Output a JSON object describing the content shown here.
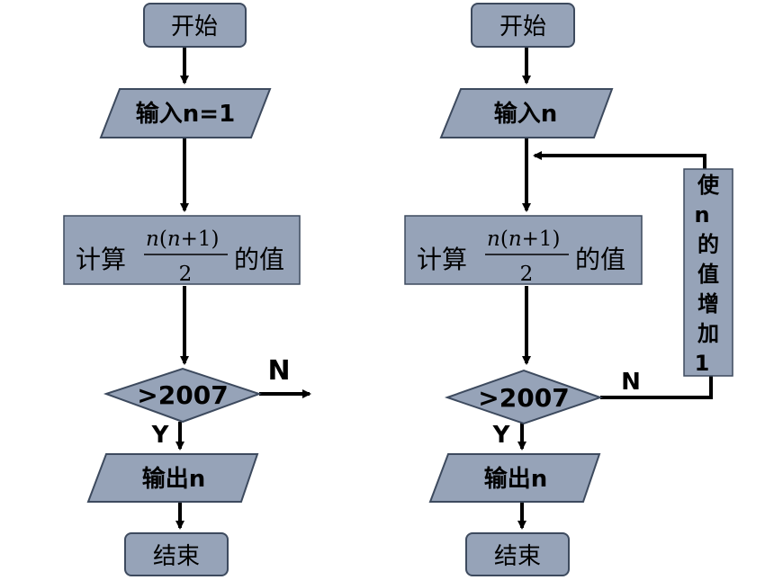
{
  "flowchart_left": {
    "start": "开始",
    "input": "输入n=1",
    "process_prefix": "计算",
    "formula_numerator_n": "n",
    "formula_numerator_open": "(",
    "formula_numerator_rest": "n",
    "formula_numerator_plus": "+1)",
    "formula_denominator": "2",
    "process_suffix": "的值",
    "decision": ">2007",
    "yes_label": "Y",
    "no_label": "N",
    "output": "输出n",
    "end": "结束"
  },
  "flowchart_right": {
    "start": "开始",
    "input": "输入n",
    "process_prefix": "计算",
    "formula_numerator_n": "n",
    "formula_numerator_open": "(",
    "formula_numerator_rest": "n",
    "formula_numerator_plus": "+1)",
    "formula_denominator": "2",
    "process_suffix": "的值",
    "decision": ">2007",
    "yes_label": "Y",
    "no_label": "N",
    "loop_box_chars": [
      "使",
      "n",
      "的",
      "值",
      "增",
      "加",
      "1"
    ],
    "output": "输出n",
    "end": "结束"
  },
  "colors": {
    "shape_fill": "#96A3B8",
    "stroke": "#000000",
    "shape_border": "#3D4A5E"
  }
}
